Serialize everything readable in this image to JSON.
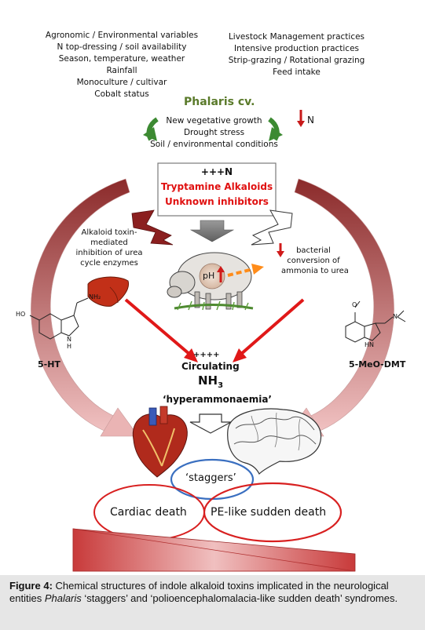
{
  "agronomic": {
    "lines": [
      "Agronomic / Environmental variables",
      "N top-dressing / soil availability",
      "Season, temperature, weather",
      "Rainfall",
      "Monoculture / cultivar",
      "Cobalt status"
    ]
  },
  "livestock": {
    "lines": [
      "Livestock Management practices",
      "Intensive production practices",
      "Strip-grazing / Rotational grazing",
      "Feed intake"
    ]
  },
  "phalaris": {
    "title": "Phalaris cv.",
    "n_label": "N",
    "lines": [
      "New vegetative growth",
      "Drought stress",
      "Soil / environmental conditions"
    ]
  },
  "toxin_box": {
    "n_label": "+++N",
    "line1": "Tryptamine Alkaloids",
    "line2": "Unknown inhibitors",
    "accent": "#e01010"
  },
  "urea_cycle": {
    "lines": [
      "Alkaloid toxin-",
      "mediated",
      "inhibition of urea",
      "cycle enzymes"
    ]
  },
  "bacterial": {
    "lines": [
      "bacterial",
      "conversion of",
      "ammonia to urea"
    ]
  },
  "sheep": {
    "ph_label": "pH"
  },
  "molecules": {
    "left_label": "5-HT",
    "right_label": "5-MeO-DMT",
    "atoms_left": {
      "ho": "HO",
      "nh2": "NH₂",
      "nh": "N",
      "h": "H"
    },
    "atoms_right": {
      "o": "O",
      "n": "N",
      "hn": "HN"
    }
  },
  "center": {
    "plus": "++++",
    "circulating": "Circulating",
    "nh3_base": "NH",
    "nh3_sub": "3",
    "hyper": "‘hyperammonaemia’"
  },
  "outcomes": {
    "staggers": "‘staggers’",
    "cardiac": "Cardiac death",
    "pe": "PE-like sudden death"
  },
  "caption": {
    "label": "Figure 4:",
    "text_a": " Chemical structures of indole alkaloid toxins implicated in the neurological entities ",
    "italic": "Phalaris",
    "text_b": " ‘staggers’ and ‘polioencephalomalacia-like sudden death’ syndromes."
  },
  "colors": {
    "green": "#5a7a2a",
    "maroon": "#8b2525",
    "arrow_red": "#e01818",
    "orange": "#ff8c1a",
    "ellipse_red": "#d82020",
    "ellipse_blue": "#3a6fc0"
  }
}
